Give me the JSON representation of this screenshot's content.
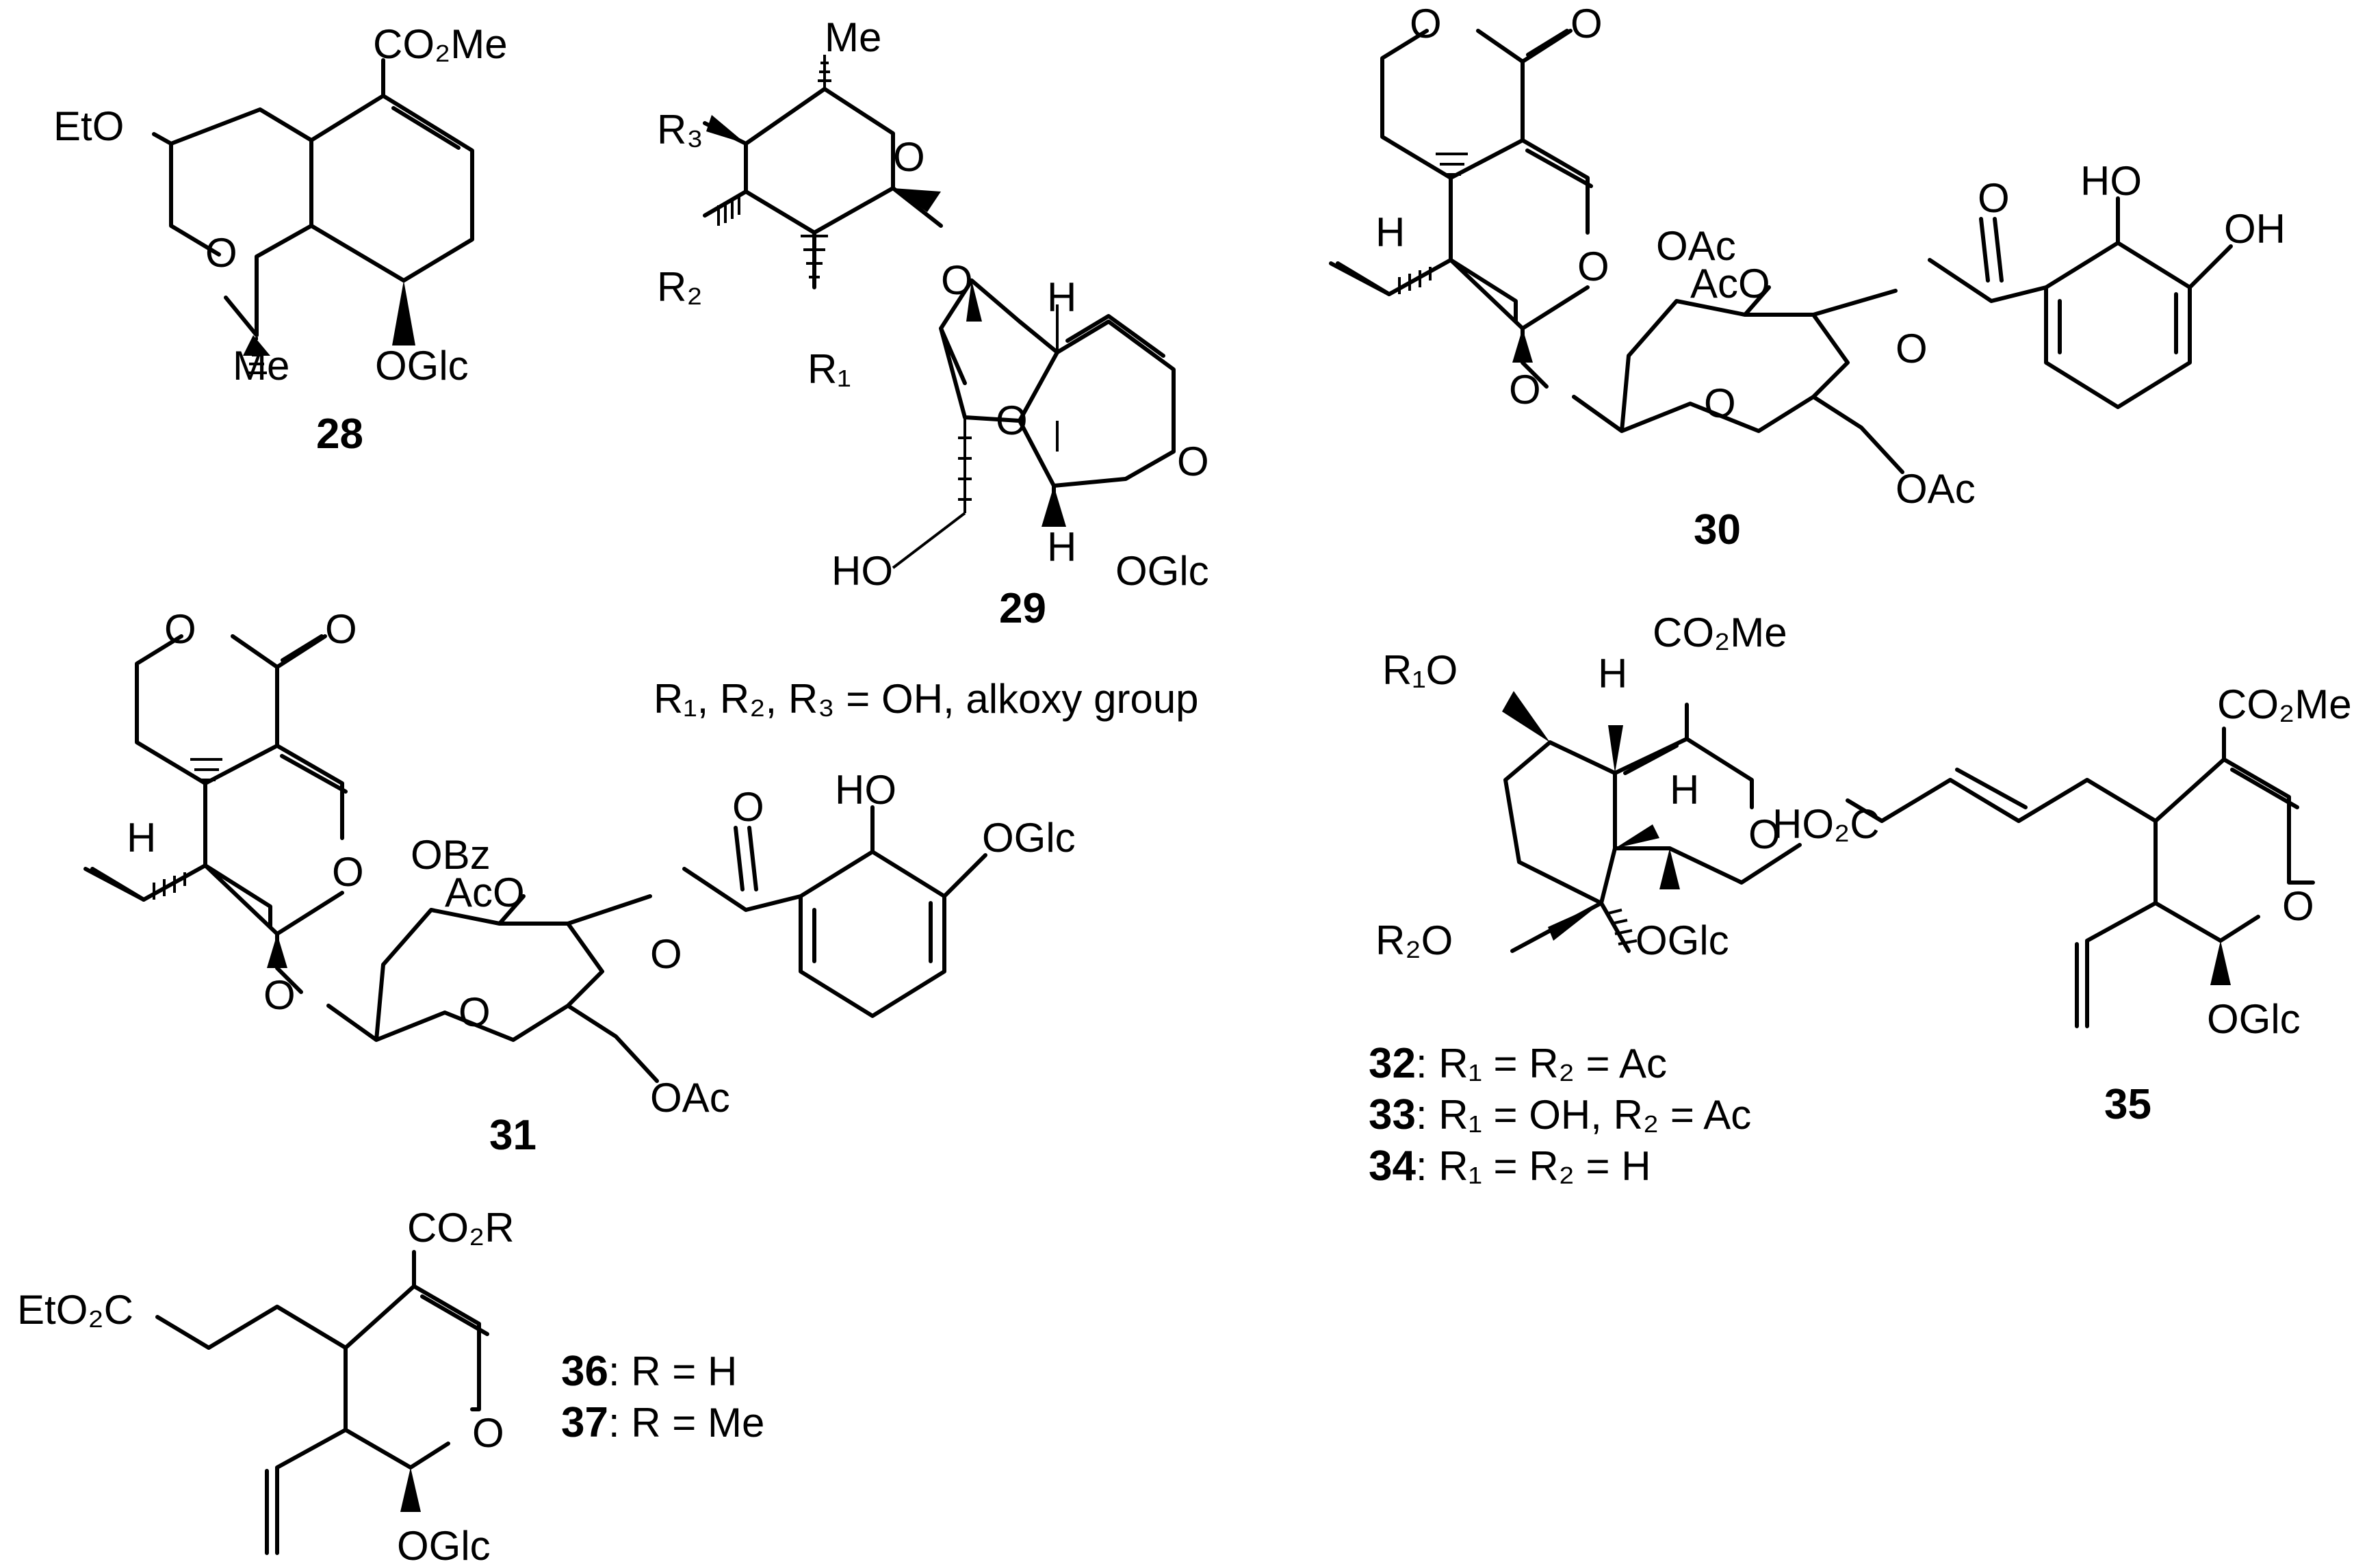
{
  "compounds": [
    {
      "id": "c28",
      "number": "28",
      "labels": {
        "ester": "CO₂Me",
        "ethoxy": "EtO",
        "ring_o": "O",
        "methyl": "Me",
        "glc": "OGlc"
      }
    },
    {
      "id": "c29",
      "number": "29",
      "labels": {
        "methyl": "Me",
        "r3": "R₃",
        "r2": "R₂",
        "r1": "R₁",
        "ring_o": "O",
        "link_o": "O",
        "h_top": "H",
        "epoxide_o": "O",
        "pyran_o": "O",
        "h_bottom": "H",
        "hydroxyl": "HO",
        "glc": "OGlc"
      }
    },
    {
      "id": "c30",
      "number": "30",
      "labels": {
        "lactone_o": "O",
        "carbonyl_o": "O",
        "h": "H",
        "pyran_o": "O",
        "oac1": "OAc",
        "oac2": "AcO",
        "link_o": "O",
        "sugar_o": "O",
        "ester_o": "O",
        "carbonyl2_o": "O",
        "oac3": "OAc",
        "ho": "HO",
        "oh": "OH"
      }
    },
    {
      "id": "c31",
      "number": "31",
      "labels": {
        "lactone_o": "O",
        "carbonyl_o": "O",
        "h": "H",
        "pyran_o": "O",
        "obz": "OBz",
        "oac": "AcO",
        "link_o": "O",
        "sugar_o": "O",
        "ester_o": "O",
        "carbonyl2_o": "O",
        "oac2": "OAc",
        "ho": "HO",
        "oglc": "OGlc"
      }
    },
    {
      "id": "c32",
      "labels": {
        "r1o": "R₁O",
        "ester": "CO₂Me",
        "h1": "H",
        "h2": "H",
        "pyran_o": "O",
        "r2o": "R₂O",
        "glc": "OGlc"
      }
    },
    {
      "id": "c35",
      "number": "35",
      "labels": {
        "acid": "HO₂C",
        "ester": "CO₂Me",
        "pyran_o": "O",
        "glc": "OGlc"
      }
    },
    {
      "id": "c36",
      "labels": {
        "ester": "CO₂R",
        "ethyl_ester": "EtO₂C",
        "pyran_o": "O",
        "glc": "OGlc"
      }
    }
  ],
  "captions": {
    "c29_r_groups": "R₁, R₂, R₃ = OH, alkoxy group",
    "c32_line1": {
      "number": "32",
      "text": ": R₁ = R₂ = Ac"
    },
    "c32_line2": {
      "number": "33",
      "text": ": R₁ = OH, R₂ = Ac"
    },
    "c32_line3": {
      "number": "34",
      "text": ": R₁ = R₂ = H"
    },
    "c36_line1": {
      "number": "36",
      "text": ": R = H"
    },
    "c36_line2": {
      "number": "37",
      "text": ": R = Me"
    }
  }
}
